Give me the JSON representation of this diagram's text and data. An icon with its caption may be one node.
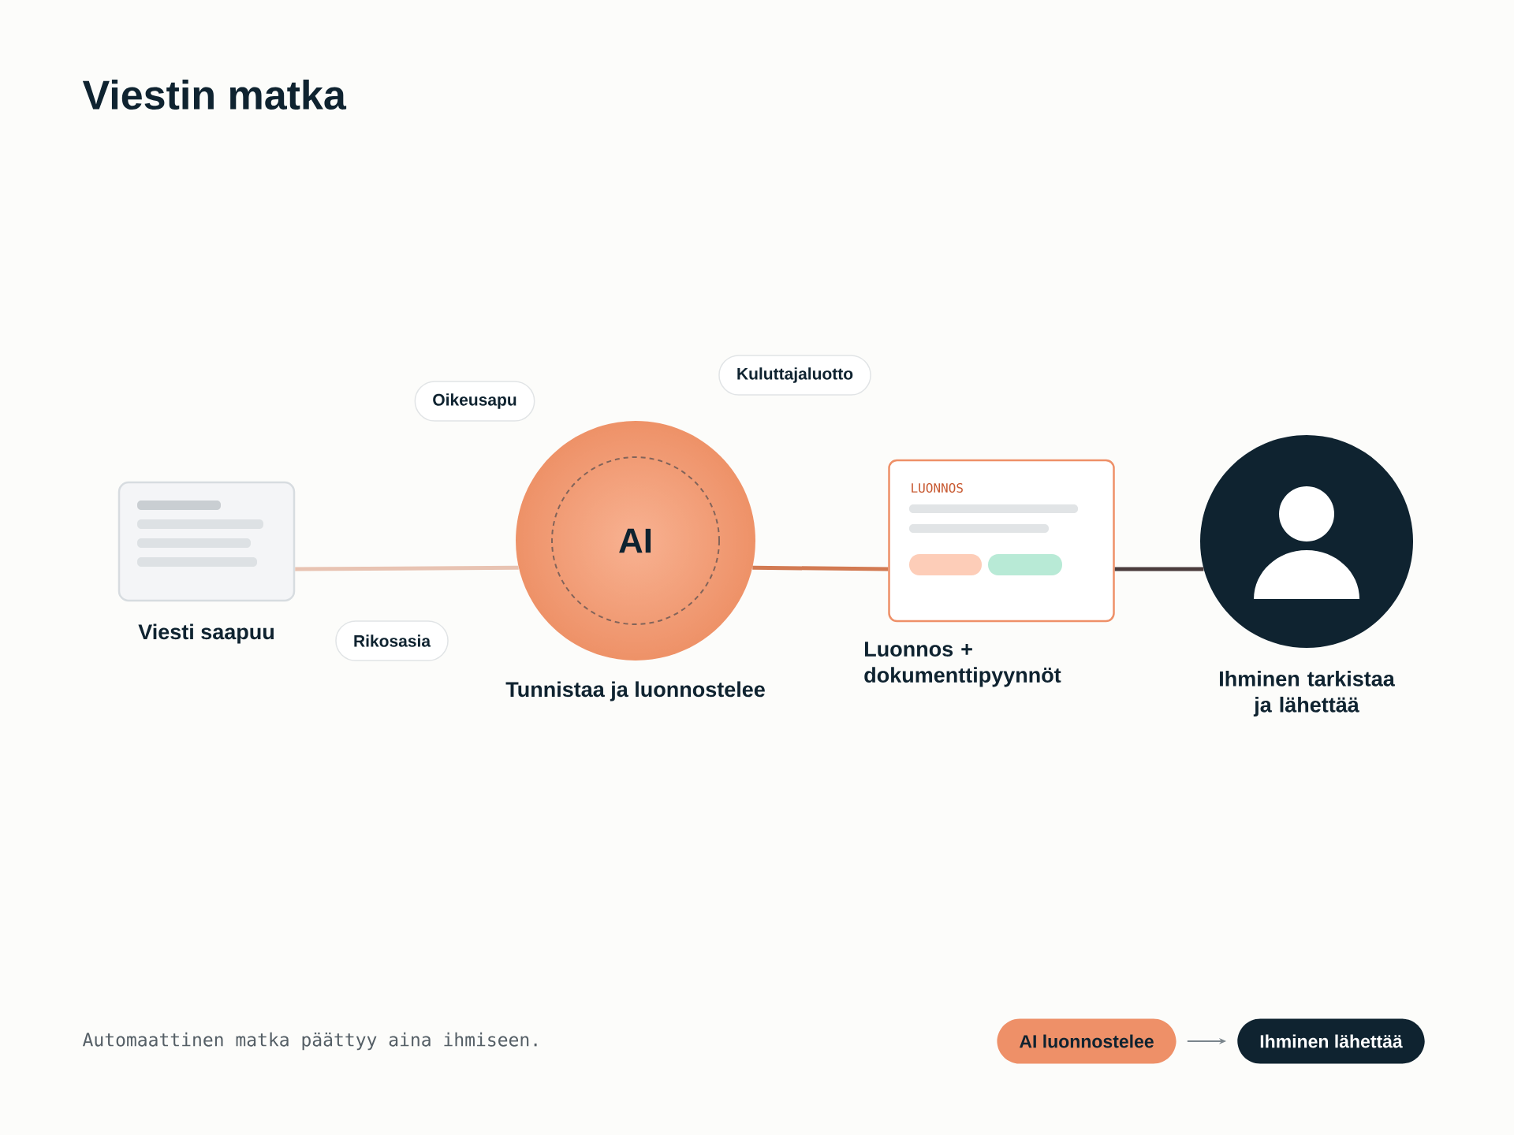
{
  "diagram": {
    "title": "Viestin matka",
    "nodes": [
      {
        "text": [
          "Viesti saapuu"
        ]
      },
      {
        "text": [
          "Oikeusapu"
        ]
      },
      {
        "text": [
          "Rikosasia"
        ]
      },
      {
        "text": [
          "AI",
          "Tunnistaa ja luonnostelee"
        ]
      },
      {
        "text": [
          "Kuluttajaluotto"
        ]
      },
      {
        "text": [
          "LUONNOS",
          "Luonnos + dokumenttipyynnöt"
        ]
      },
      {
        "text": [
          "Ihminen tarkistaa ja lähettää"
        ]
      },
      {
        "text": [
          "AI luonnostelee"
        ]
      },
      {
        "text": [
          "Ihminen lähettää"
        ]
      }
    ],
    "edges": [
      {
        "from": 0,
        "to": 3,
        "arrow": "none",
        "color": "#e8c3b2"
      },
      {
        "from": 3,
        "to": 5,
        "arrow": "none",
        "color": "#d27a52"
      },
      {
        "from": 5,
        "to": 6,
        "arrow": "none",
        "color": "#4b3c3c"
      },
      {
        "from": 7,
        "to": 8,
        "arrow": "to",
        "color": "#7a858c"
      }
    ],
    "labels": [
      "Automaattinen matka päättyy aina ihmiseen."
    ]
  }
}
